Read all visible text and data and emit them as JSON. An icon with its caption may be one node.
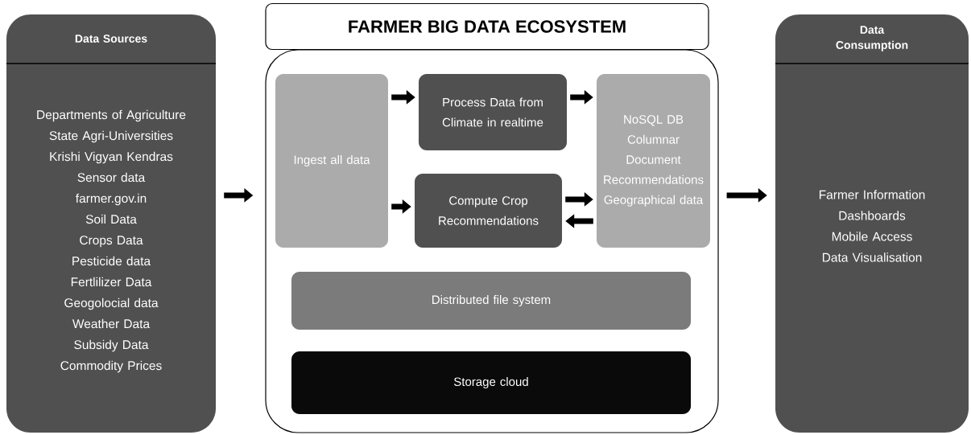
{
  "diagram": {
    "title": "FARMER BIG DATA ECOSYSTEM",
    "nodes": [
      {
        "text": [
          "Data Sources",
          "Departments of Agriculture",
          "State Agri-Universities",
          "Krishi Vigyan Kendras",
          "Sensor data",
          "farmer.gov.in",
          "Soil Data",
          "Crops Data",
          "Pesticide data",
          "Fertlilizer Data",
          "Geogolocial data",
          "Weather Data",
          "Subsidy Data",
          "Commodity Prices"
        ]
      },
      {
        "text": [],
        "shape": "box"
      },
      {
        "text": [
          "Ingest all data"
        ],
        "in": 1
      },
      {
        "text": [
          "Process Data from Climate in realtime"
        ],
        "in": 1
      },
      {
        "text": [
          "Compute Crop Recommendations"
        ],
        "in": 1
      },
      {
        "text": [
          "NoSQL DB",
          "Columnar",
          "Document",
          "Recommendations",
          "Geographical data"
        ],
        "in": 1
      },
      {
        "text": [
          "Distributed file system"
        ],
        "in": 1
      },
      {
        "text": [
          "Storage cloud"
        ],
        "in": 1
      },
      {
        "text": [
          "Data Consumption",
          "Farmer Information",
          "Dashboards",
          "Mobile Access",
          "Data Visualisation"
        ]
      }
    ],
    "edges": [
      {
        "from": 0,
        "to": 1,
        "arrow": "to"
      },
      {
        "from": 1,
        "to": 8,
        "arrow": "to"
      },
      {
        "from": 2,
        "to": 3,
        "arrow": "to"
      },
      {
        "from": 2,
        "to": 4,
        "arrow": "to"
      },
      {
        "from": 3,
        "to": 5,
        "arrow": "to"
      },
      {
        "from": 4,
        "to": 5,
        "arrow": "to"
      },
      {
        "from": 5,
        "to": 4,
        "arrow": "to"
      }
    ]
  }
}
